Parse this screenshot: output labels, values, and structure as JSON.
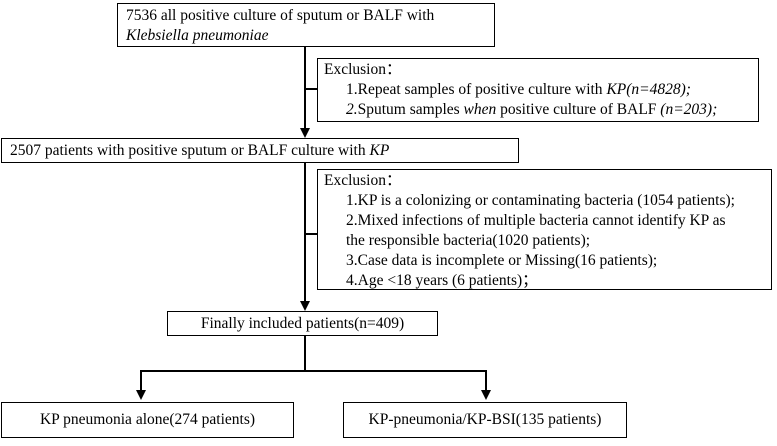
{
  "start": {
    "line1": "7536 all positive culture  of sputum or BALF with",
    "line2": "Klebsiella pneumoniae"
  },
  "exclusion1": {
    "heading": "Exclusion：",
    "item1_pre": "1.Repeat samples of positive culture with ",
    "item1_em": "KP(n=4828);",
    "item2_num": "2.",
    "item2_a": "Sputum samples ",
    "item2_em": "when",
    "item2_b": " positive culture of BALF ",
    "item2_em2": "(n=203);"
  },
  "patients": {
    "text": "2507 patients  with  positive sputum or BALF culture with ",
    "em": "KP"
  },
  "exclusion2": {
    "heading": "Exclusion：",
    "items": [
      "1.KP is a colonizing or contaminating bacteria (1054 patients);",
      "2.Mixed infections of multiple bacteria cannot identify KP as",
      "the responsible bacteria(1020 patients);",
      "3.Case data is incomplete or Missing(16 patients);",
      "4.Age <18 years (6 patients)；"
    ]
  },
  "included": {
    "text": "Finally included patients(n=409)"
  },
  "outcome_left": {
    "text": "KP pneumonia alone(274 patients)"
  },
  "outcome_right": {
    "text": "KP-pneumonia/KP-BSI(135 patients)"
  }
}
